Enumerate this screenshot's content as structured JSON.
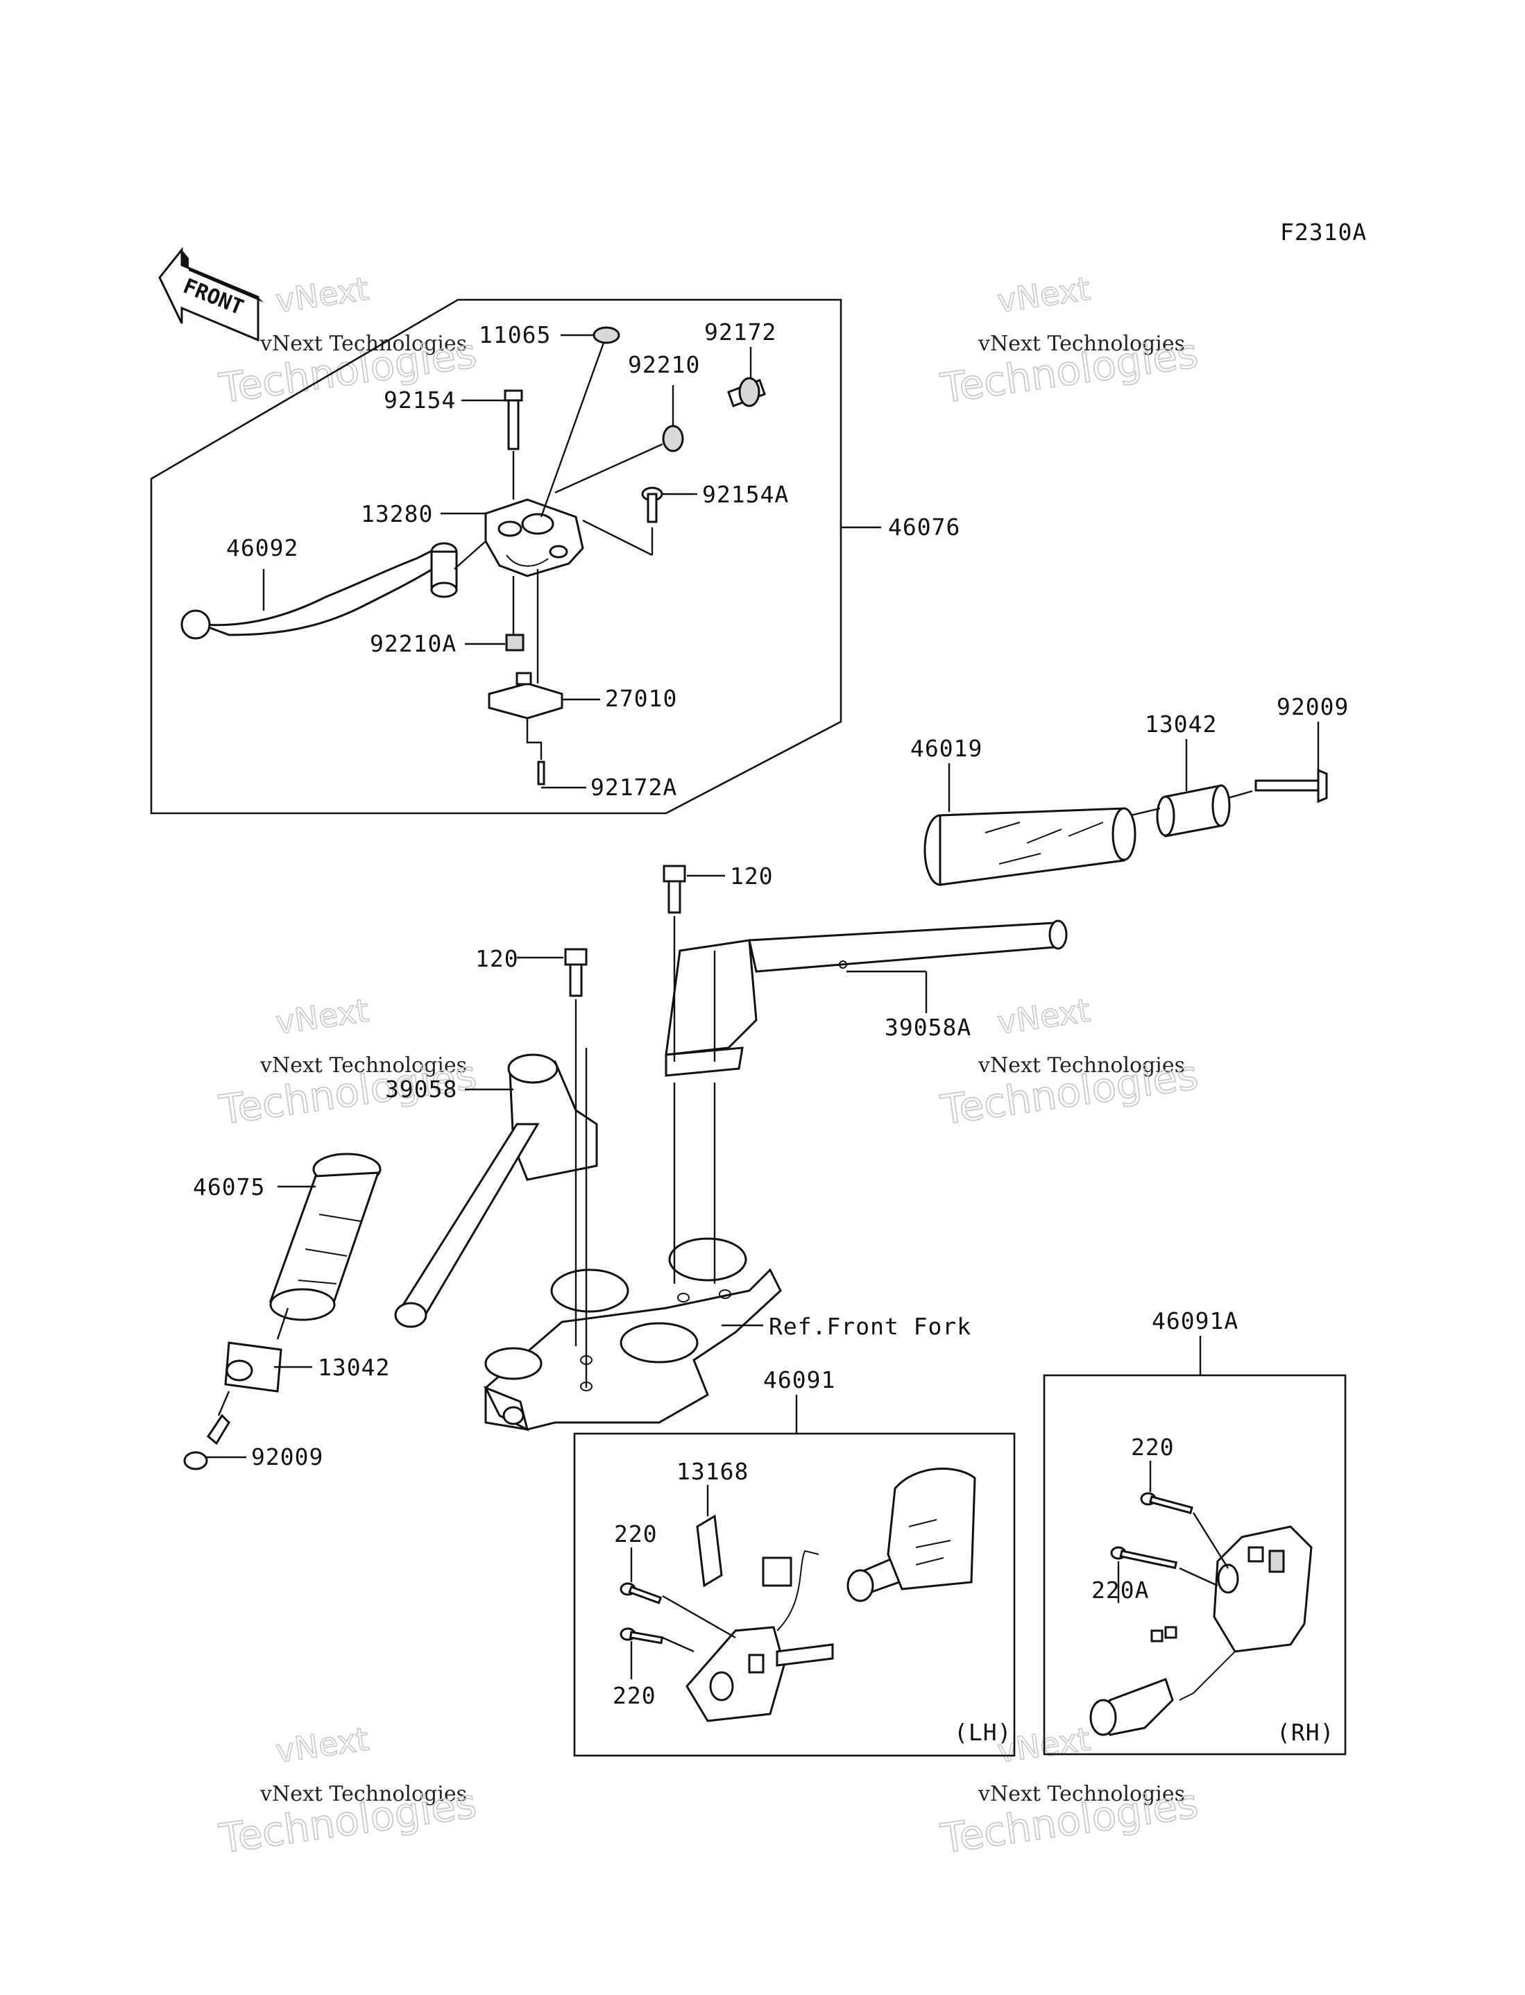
{
  "figure_code": "F2310A",
  "front_label": "FRONT",
  "watermark": {
    "line1": "vNext",
    "line2": "vNext Technologies",
    "line3": "Technologies"
  },
  "parts": {
    "p11065": "11065",
    "p92172": "92172",
    "p92210": "92210",
    "p92154": "92154",
    "p92154A": "92154A",
    "p13280": "13280",
    "p46076": "46076",
    "p46092": "46092",
    "p92210A": "92210A",
    "p27010": "27010",
    "p92172A": "92172A",
    "p46019": "46019",
    "p13042_top": "13042",
    "p92009_top": "92009",
    "p120_right": "120",
    "p120_left": "120",
    "p39058A": "39058A",
    "p39058": "39058",
    "p46075": "46075",
    "p13042_bottom": "13042",
    "p92009_bottom": "92009",
    "ref_front_fork": "Ref.Front Fork",
    "p46091": "46091",
    "p46091A": "46091A",
    "p13168": "13168",
    "p220_lh_top": "220",
    "p220_lh_bottom": "220",
    "p220_rh": "220",
    "p220A": "220A",
    "lh": "(LH)",
    "rh": "(RH)"
  }
}
